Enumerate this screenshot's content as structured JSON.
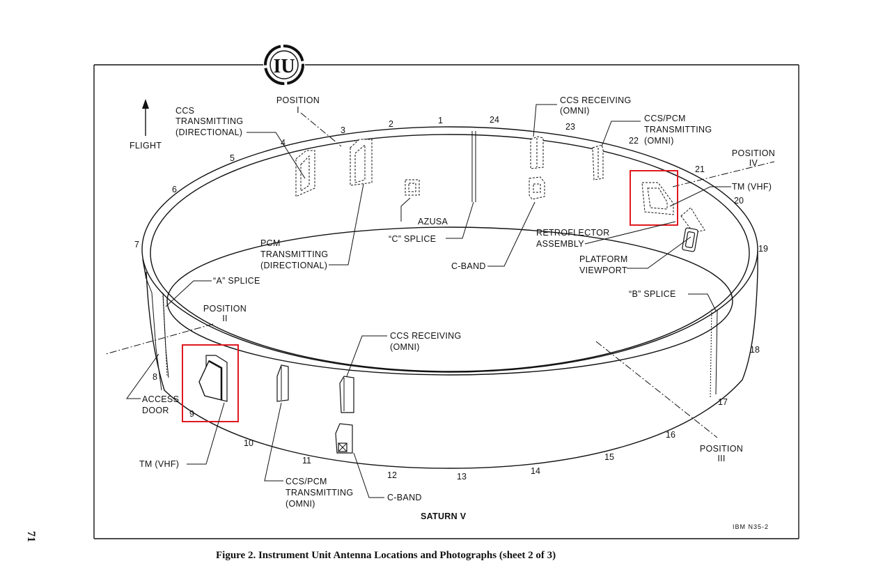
{
  "logo": {
    "text": "IU"
  },
  "flight": "FLIGHT",
  "positions": {
    "i": [
      "POSITION",
      "I"
    ],
    "ii": [
      "POSITION",
      "II"
    ],
    "iii": [
      "POSITION",
      "III"
    ],
    "iv": [
      "POSITION",
      "IV"
    ]
  },
  "stations": [
    "1",
    "2",
    "3",
    "4",
    "5",
    "6",
    "7",
    "8",
    "9",
    "10",
    "11",
    "12",
    "13",
    "14",
    "15",
    "16",
    "17",
    "18",
    "19",
    "20",
    "21",
    "22",
    "23",
    "24"
  ],
  "labels": {
    "ccs_tx_dir": [
      "CCS",
      "TRANSMITTING",
      "(DIRECTIONAL)"
    ],
    "pcm_tx_dir": [
      "PCM",
      "TRANSMITTING",
      "(DIRECTIONAL)"
    ],
    "azusa": "AZUSA",
    "c_splice": "“C” SPLICE",
    "c_band_upper": "C-BAND",
    "ccs_rx_upper": [
      "CCS RECEIVING",
      "(OMNI)"
    ],
    "ccs_pcm_tx_upper": [
      "CCS/PCM",
      "TRANSMITTING",
      "(OMNI)"
    ],
    "tm_vhf_upper": "TM (VHF)",
    "retroflector": [
      "RETROFLECTOR",
      "ASSEMBLY"
    ],
    "platform_viewport": [
      "PLATFORM",
      "VIEWPORT"
    ],
    "b_splice": "“B” SPLICE",
    "a_splice": "“A” SPLICE",
    "ccs_rx_lower": [
      "CCS RECEIVING",
      "(OMNI)"
    ],
    "access_door": [
      "ACCESS",
      "DOOR"
    ],
    "tm_vhf_lower": "TM (VHF)",
    "ccs_pcm_tx_lower": [
      "CCS/PCM",
      "TRANSMITTING",
      "(OMNI)"
    ],
    "c_band_lower": "C-BAND",
    "saturn_v": "SATURN V",
    "ibm_code": "IBM N35-2"
  },
  "caption": "Figure 2.  Instrument Unit Antenna Locations and Photographs (sheet 2 of 3)",
  "page_number": "71",
  "highlight_color": "#e0191f"
}
